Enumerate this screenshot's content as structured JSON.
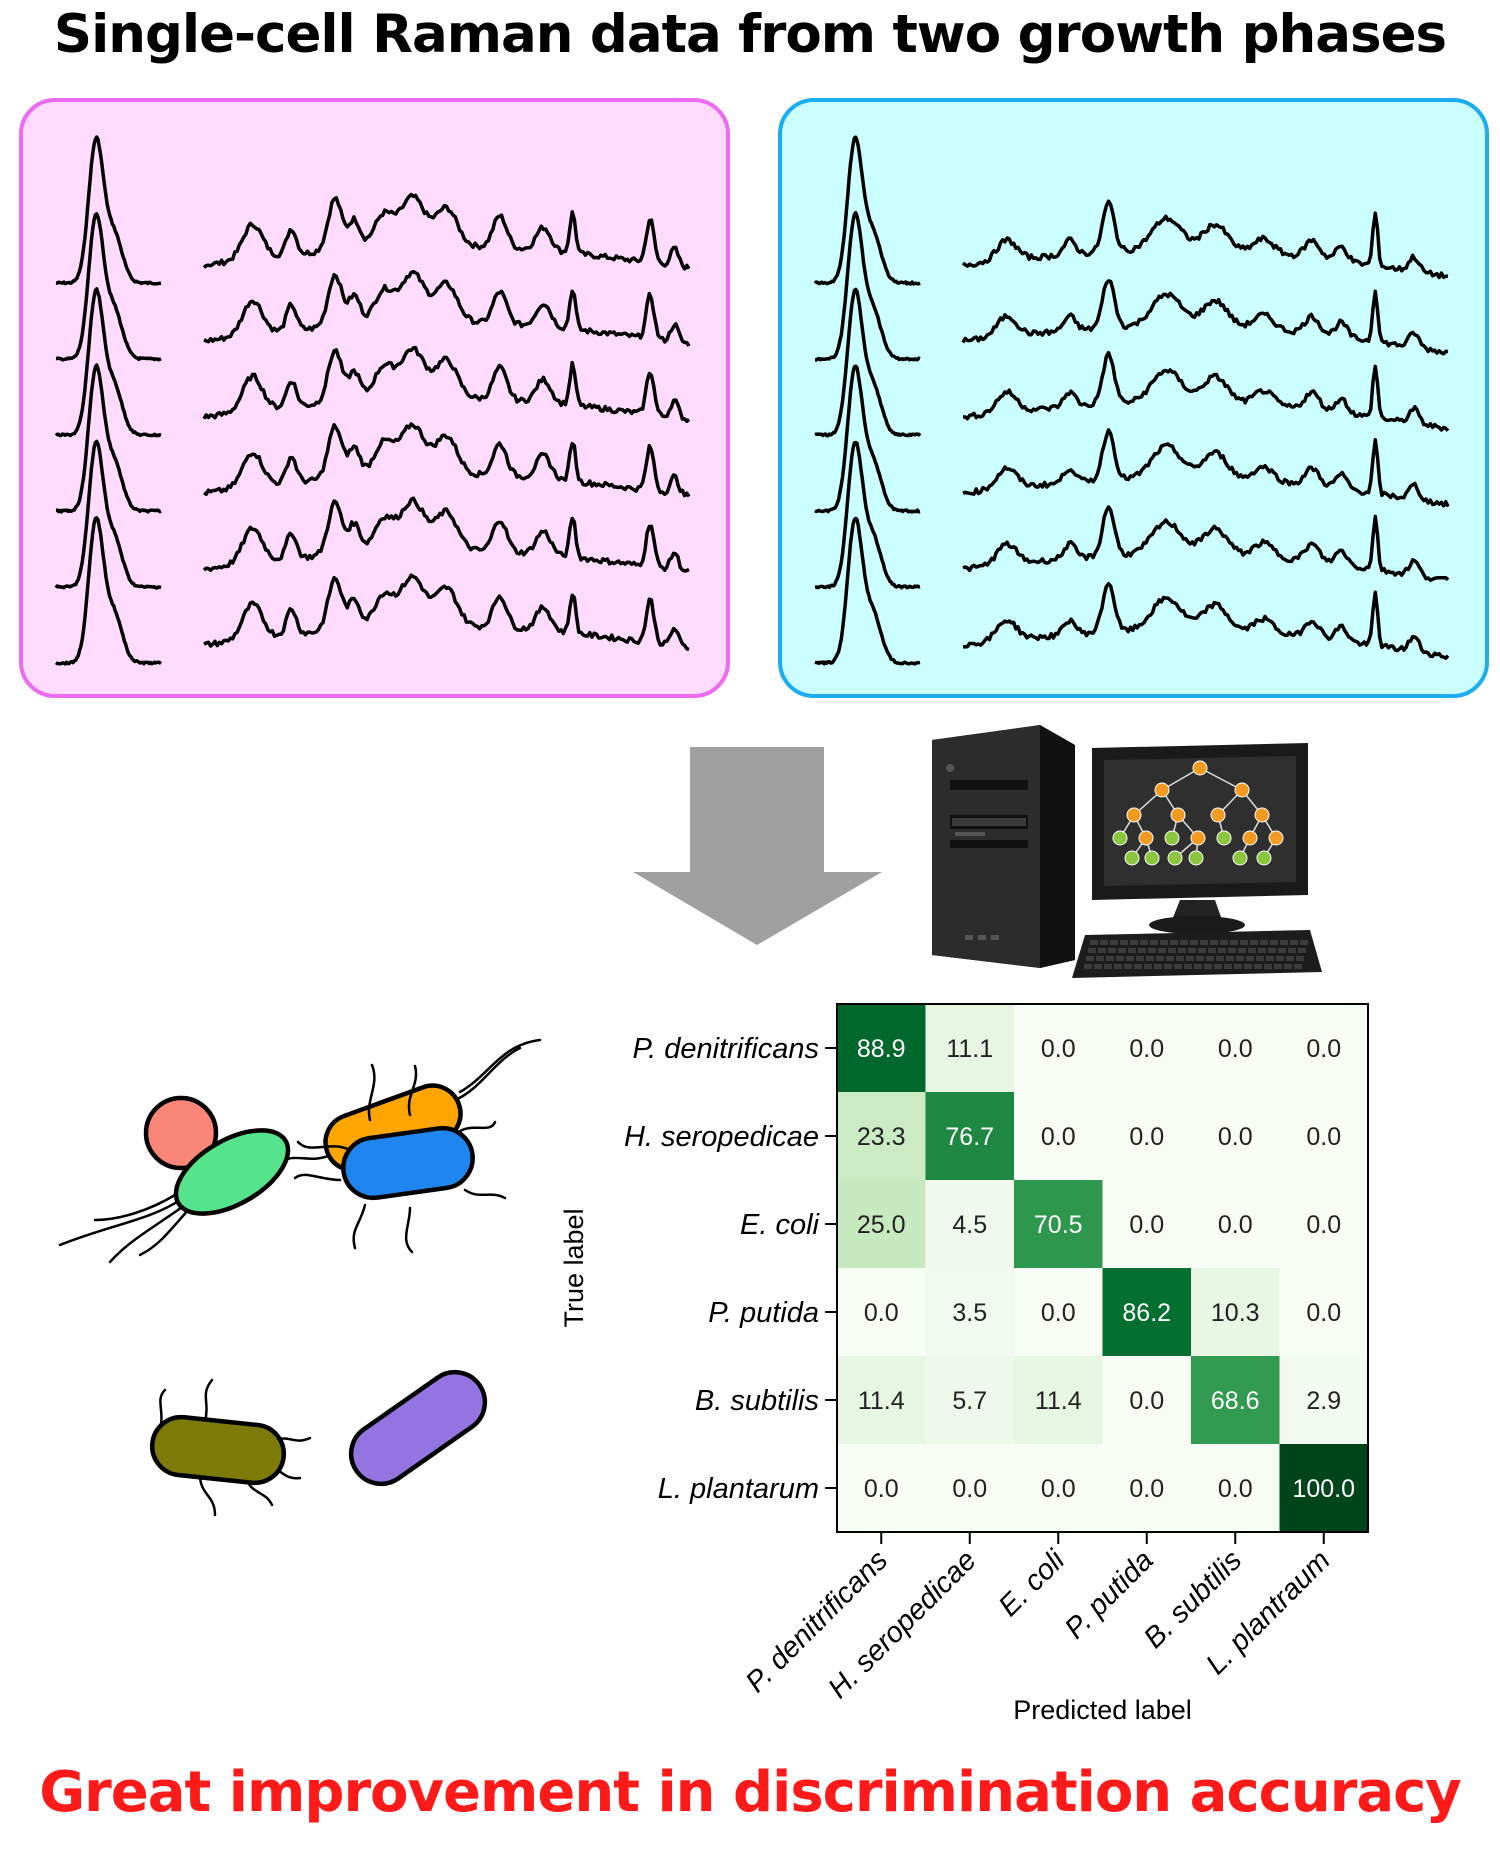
{
  "title": "Single-cell Raman data from two growth phases",
  "footer": "Great improvement in discrimination accuracy",
  "panels": [
    {
      "id": "phase-1",
      "fill": "#ffdcff",
      "border": "#ec6bf0",
      "spectra_count": 6
    },
    {
      "id": "phase-2",
      "fill": "#ccffff",
      "border": "#1aaef0",
      "spectra_count": 6
    }
  ],
  "arrow_color": "#a0a0a0",
  "icons": [
    "computer-tower-icon",
    "monitor-icon",
    "decision-tree-icon",
    "keyboard-icon",
    "bacteria-icon"
  ],
  "bacteria_colors": [
    "#f98677",
    "#ffa500",
    "#55e48c",
    "#1f86f0",
    "#7d7a08",
    "#9474e0"
  ],
  "chart_data": {
    "type": "heatmap",
    "row_labels": [
      "P. denitrificans",
      "H. seropedicae",
      "E. coli",
      "P. putida",
      "B. subtilis",
      "L. plantarum"
    ],
    "col_labels": [
      "P. denitrificans",
      "H. seropedicae",
      "E. coli",
      "P. putida",
      "B. subtilis",
      "L. plantraum"
    ],
    "values": [
      [
        88.9,
        11.1,
        0.0,
        0.0,
        0.0,
        0.0
      ],
      [
        23.3,
        76.7,
        0.0,
        0.0,
        0.0,
        0.0
      ],
      [
        25.0,
        4.5,
        70.5,
        0.0,
        0.0,
        0.0
      ],
      [
        0.0,
        3.5,
        0.0,
        86.2,
        10.3,
        0.0
      ],
      [
        11.4,
        5.7,
        11.4,
        0.0,
        68.6,
        2.9
      ],
      [
        0.0,
        0.0,
        0.0,
        0.0,
        0.0,
        100.0
      ]
    ],
    "xlabel": "Predicted label",
    "ylabel": "True label",
    "value_range": [
      0,
      100
    ],
    "colormap": "Greens"
  }
}
